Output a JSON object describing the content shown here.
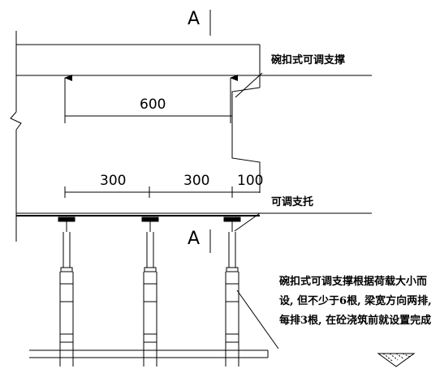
{
  "section": {
    "top_label": "A",
    "bottom_label": "A"
  },
  "dimensions": {
    "span_top": "600",
    "seg_1": "300",
    "seg_2": "300",
    "seg_3": "100"
  },
  "labels": {
    "adjustable_support": "碗扣式可调支撑",
    "adjustable_bracket": "可调支托"
  },
  "note": {
    "lines": [
      "碗扣式可调支撑根据荷载大小而",
      "设, 但不少于6根, 梁宽方向两排,",
      "每排3根, 在砼浇筑前就设置完成"
    ]
  }
}
